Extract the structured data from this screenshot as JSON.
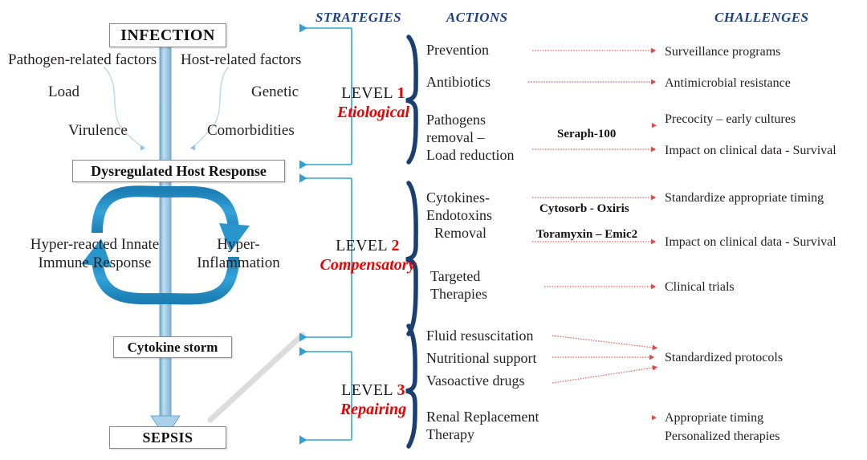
{
  "headers": {
    "strategies": "STRATEGIES",
    "actions": "ACTIONS",
    "challenges": "CHALLENGES"
  },
  "flow": {
    "infection": "INFECTION",
    "dysregulated": "Dysregulated Host Response",
    "cytokine_storm": "Cytokine storm",
    "sepsis": "SEPSIS"
  },
  "factors": {
    "pathogen": "Pathogen-related factors",
    "host": "Host-related factors",
    "load": "Load",
    "genetic": "Genetic",
    "virulence": "Virulence",
    "comorbidities": "Comorbidities"
  },
  "cycle": {
    "left_line1": "Hyper-reacted Innate",
    "left_line2": "Immune Response",
    "right_line1": "Hyper-",
    "right_line2": "Inflammation"
  },
  "levels": [
    {
      "label": "LEVEL",
      "number": "1",
      "name": "Etiological"
    },
    {
      "label": "LEVEL",
      "number": "2",
      "name": "Compensatory"
    },
    {
      "label": "LEVEL",
      "number": "3",
      "name": "Repairing"
    }
  ],
  "actions": {
    "prevention": "Prevention",
    "antibiotics": "Antibiotics",
    "pathogens_l1": "Pathogens",
    "pathogens_l2": "removal –",
    "pathogens_l3": "Load reduction",
    "cytokines_l1": "Cytokines-",
    "cytokines_l2": "Endotoxins",
    "cytokines_l3": "Removal",
    "targeted_l1": "Targeted",
    "targeted_l2": "Therapies",
    "fluid": "Fluid resuscitation",
    "nutritional": "Nutritional support",
    "vasoactive": "Vasoactive drugs",
    "renal_l1": "Renal Replacement",
    "renal_l2": "Therapy"
  },
  "devices": {
    "seraph": "Seraph-100",
    "cytosorb": "Cytosorb - Oxiris",
    "toramyxin": "Toramyxin – Emic2"
  },
  "challenges": {
    "surveillance": "Surveillance programs",
    "antimicrobial": "Antimicrobial resistance",
    "precocity": "Precocity – early cultures",
    "impact1": "Impact on clinical data - Survival",
    "standardize_timing": "Standardize appropriate timing",
    "impact2": "Impact on clinical data - Survival",
    "clinical_trials": "Clinical trials",
    "standardized_protocols": "Standardized protocols",
    "appropriate_timing": "Appropriate timing",
    "personalized": "Personalized therapies"
  },
  "colors": {
    "header_blue": "#1f3f83",
    "accent_red": "#ee0000",
    "arrow_blue": "#2f9fd8",
    "pale_blue": "#a8d0e8",
    "bracket_navy": "#1c3f72",
    "red_connector": "#e8615a",
    "box_border": "#8a8a8a",
    "gray_diagonal": "#d9d9d9"
  }
}
